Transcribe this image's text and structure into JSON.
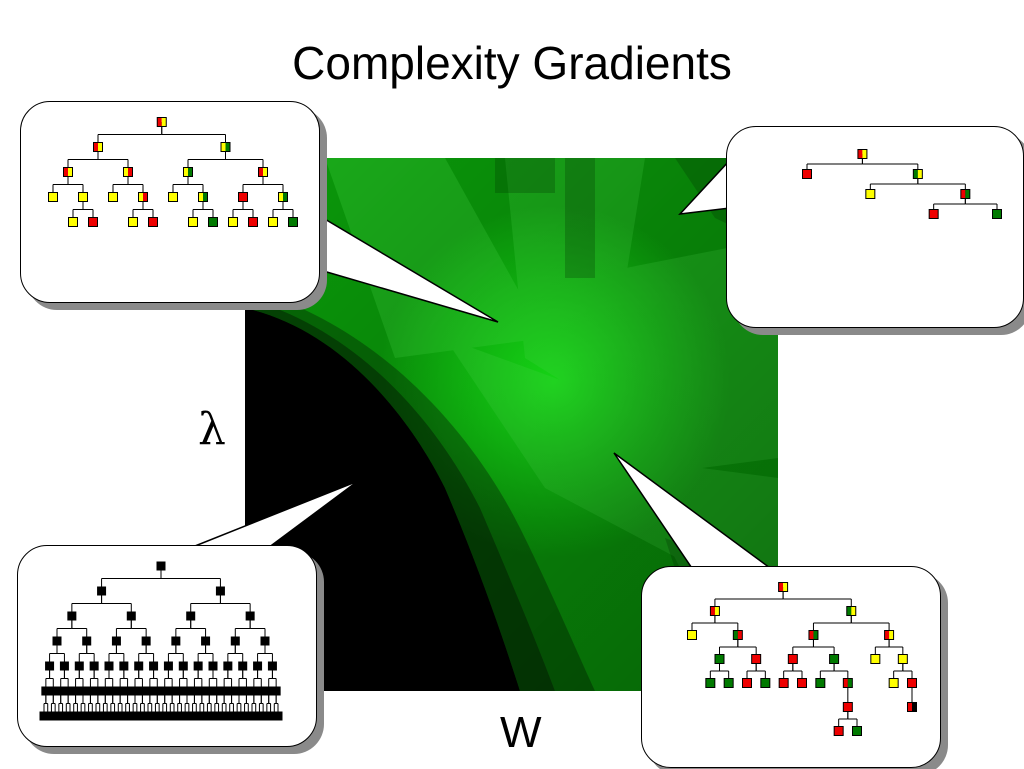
{
  "title": "Complexity Gradients",
  "axes": {
    "y_label": "λ",
    "x_label": "W"
  },
  "colors": {
    "red": "#ee0000",
    "yellow": "#ffff00",
    "green": "#007a00",
    "black": "#000000",
    "heat_bright": "#1aff1a",
    "heat_mid": "#0a9a0a",
    "heat_dark": "#000000"
  },
  "callouts": [
    {
      "id": "bubble-tl",
      "tree": [
        "RY",
        [
          [
            "RY",
            [
              [
                "RY",
                [
                  [
                    "Y"
                  ],
                  [
                    "Y",
                    [
                      [
                        "Y"
                      ],
                      [
                        "R"
                      ]
                    ]
                  ]
                ]
              ],
              [
                "YR",
                [
                  [
                    "Y"
                  ],
                  [
                    "YR",
                    [
                      [
                        "Y"
                      ],
                      [
                        "R"
                      ]
                    ]
                  ]
                ]
              ]
            ]
          ],
          [
            "YG",
            [
              [
                "YG",
                [
                  [
                    "Y"
                  ],
                  [
                    "YG",
                    [
                      [
                        "Y"
                      ],
                      [
                        "G"
                      ]
                    ]
                  ]
                ]
              ],
              [
                "RY",
                [
                  [
                    "R",
                    [
                      [
                        "Y"
                      ],
                      [
                        "R"
                      ]
                    ]
                  ],
                  [
                    "YG",
                    [
                      [
                        "Y"
                      ],
                      [
                        "G"
                      ]
                    ]
                  ]
                ]
              ]
            ]
          ]
        ]
      ]
    },
    {
      "id": "bubble-tr",
      "tree": [
        "RY",
        [
          [
            "R"
          ],
          [
            "GY",
            [
              [
                "Y"
              ],
              [
                "RG",
                [
                  [
                    "R"
                  ],
                  [
                    "G"
                  ]
                ]
              ]
            ]
          ]
        ]
      ]
    },
    {
      "id": "bubble-bl",
      "tree": "full-black-depth-6"
    },
    {
      "id": "bubble-br",
      "tree": [
        "RY",
        [
          [
            "RY",
            [
              [
                "Y"
              ],
              [
                "GR",
                [
                  [
                    "G",
                    [
                      [
                        "G"
                      ],
                      [
                        "G"
                      ]
                    ]
                  ],
                  [
                    "R",
                    [
                      [
                        "R"
                      ],
                      [
                        "G"
                      ]
                    ]
                  ]
                ]
              ]
            ]
          ],
          [
            "GY",
            [
              [
                "RG",
                [
                  [
                    "R",
                    [
                      [
                        "R"
                      ],
                      [
                        "R"
                      ]
                    ]
                  ],
                  [
                    "G",
                    [
                      [
                        "G"
                      ],
                      [
                        "RG",
                        [
                          [
                            "R",
                            [
                              [
                                "R"
                              ],
                              [
                                "G"
                              ]
                            ]
                          ]
                        ]
                      ]
                    ]
                  ]
                ]
              ],
              [
                "RY",
                [
                  [
                    "Y"
                  ],
                  [
                    "Y",
                    [
                      [
                        "Y"
                      ],
                      [
                        "R",
                        [
                          [
                            "RK"
                          ]
                        ]
                      ]
                    ]
                  ]
                ]
              ]
            ]
          ]
        ]
      ]
    }
  ]
}
